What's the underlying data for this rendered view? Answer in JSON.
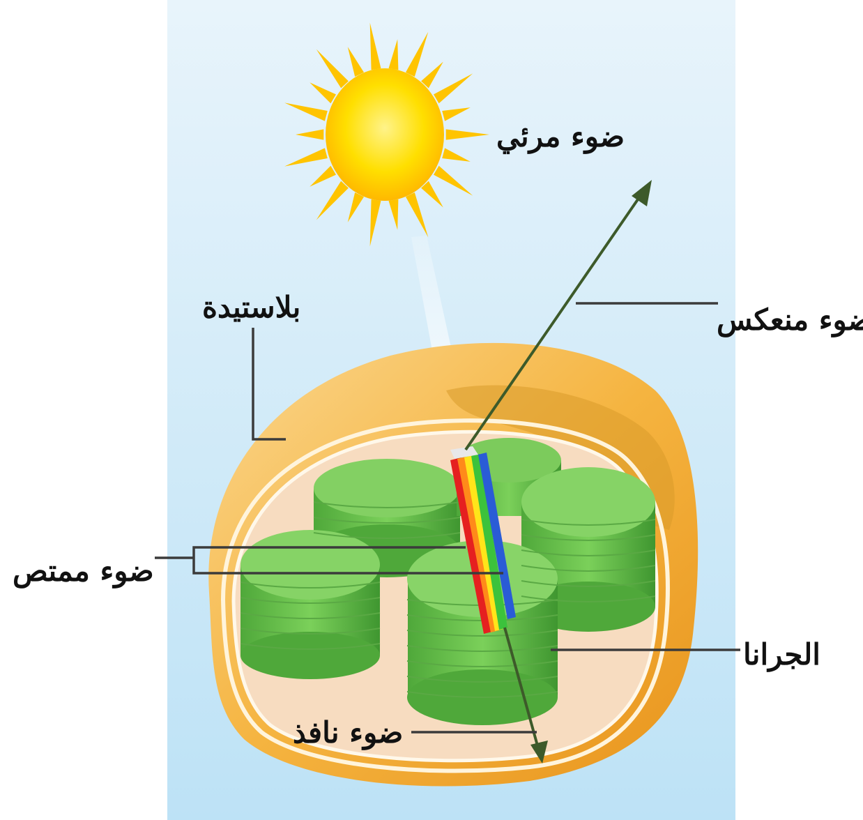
{
  "diagram": {
    "labels": {
      "visible_light": "ضوء مرئي",
      "reflected_light": "ضوء منعكس",
      "plastid": "بلاستيدة",
      "absorbed_light": "ضوء ممتص",
      "grana": "الجرانا",
      "transmitted_light": "ضوء نافذ"
    },
    "colors": {
      "sky_top": "#eaf5fb",
      "sky_bottom": "#bfe3f7",
      "sun": "#ffd800",
      "sun_rays": "#ffc800",
      "outer_membrane": "#f5b13c",
      "inner_stroma": "#f6dcc0",
      "granum_green": "#6cc24a",
      "arrow": "#3d5a2a"
    },
    "icons": [
      "sun-icon",
      "chloroplast-icon",
      "spectrum-beam"
    ]
  }
}
